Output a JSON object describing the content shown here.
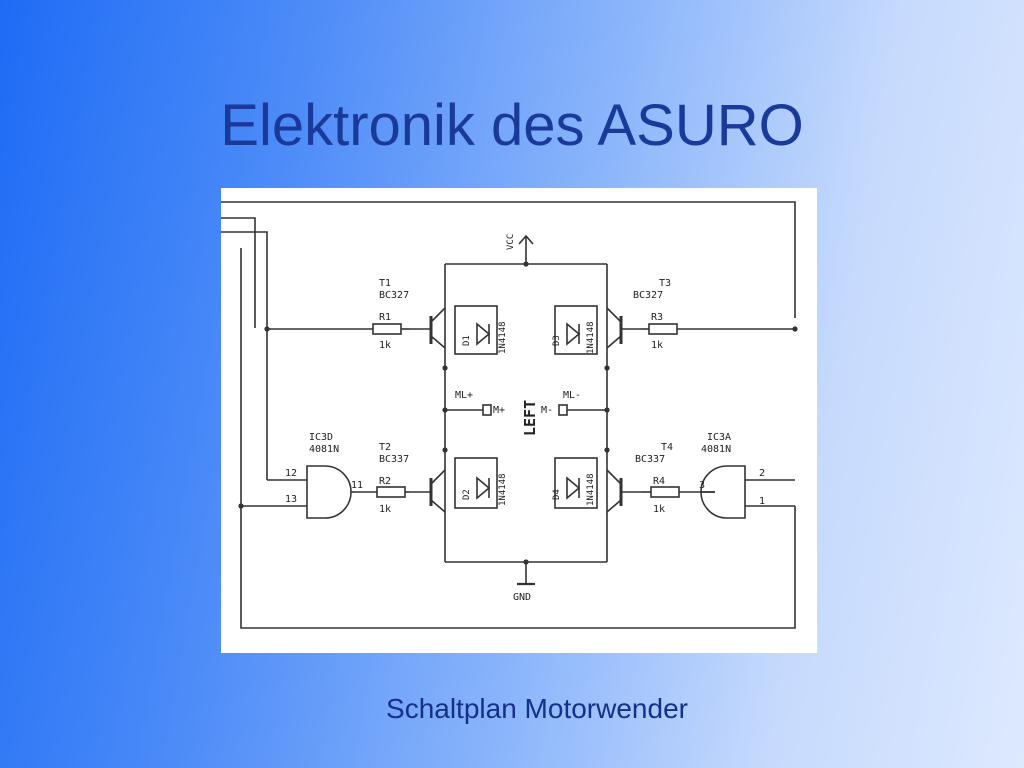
{
  "slide": {
    "title": "Elektronik des ASURO",
    "caption": "Schaltplan Motorwender"
  },
  "schematic": {
    "motor_label": "LEFT",
    "supply_label": "VCC",
    "ground_label": "GND",
    "transistors": [
      {
        "name": "T1",
        "type": "BC327"
      },
      {
        "name": "T3",
        "type": "BC327"
      },
      {
        "name": "T2",
        "type": "BC337"
      },
      {
        "name": "T4",
        "type": "BC337"
      }
    ],
    "resistors": [
      {
        "name": "R1",
        "value": "1k"
      },
      {
        "name": "R3",
        "value": "1k"
      },
      {
        "name": "R2",
        "value": "1k"
      },
      {
        "name": "R4",
        "value": "1k"
      }
    ],
    "diodes": [
      {
        "name": "D1",
        "type": "1N4148"
      },
      {
        "name": "D3",
        "type": "1N4148"
      },
      {
        "name": "D2",
        "type": "1N4148"
      },
      {
        "name": "D4",
        "type": "1N4148"
      }
    ],
    "gates": [
      {
        "name": "IC3D",
        "type": "4081N",
        "pin_in_a": "12",
        "pin_in_b": "13",
        "pin_out": "11"
      },
      {
        "name": "IC3A",
        "type": "4081N",
        "pin_in_a": "2",
        "pin_in_b": "1",
        "pin_out": "3"
      }
    ],
    "motor_pins": {
      "left_top": "ML+",
      "left_bottom": "M+",
      "right_top": "ML-",
      "right_bottom": "M-"
    },
    "colors": {
      "line": "#333333",
      "background": "#ffffff"
    }
  }
}
